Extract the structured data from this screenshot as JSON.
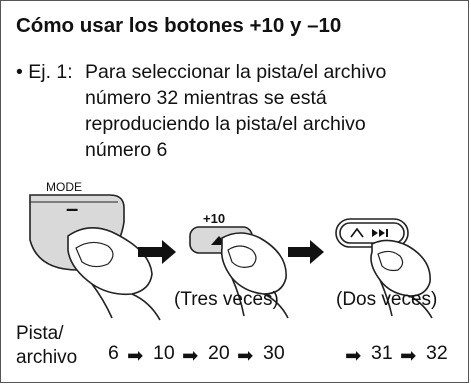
{
  "title": "Cómo usar los botones +10 y –10",
  "example": {
    "bullet": "• Ej. 1:",
    "lines": [
      "Para seleccionar la pista/el archivo",
      "número 32 mientras se está",
      "reproduciendo la pista/el archivo",
      "número 6"
    ]
  },
  "buttons": {
    "mode_label": "MODE",
    "mode_symbol": "–",
    "plus10_label": "+10",
    "caption_plus10": "(Tres veces)",
    "caption_next": "(Dos veces)"
  },
  "sequence": {
    "label_line1": "Pista/",
    "label_line2": "archivo",
    "part1": [
      "6",
      "10",
      "20",
      "30"
    ],
    "part2": [
      "31",
      "32"
    ],
    "arrow": "➡"
  }
}
